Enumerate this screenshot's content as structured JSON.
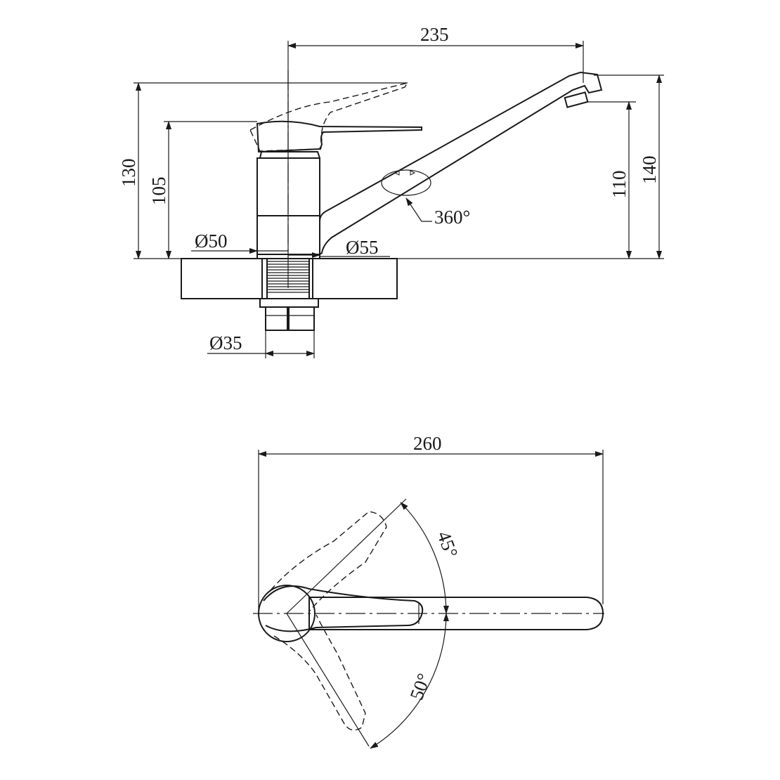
{
  "side_view": {
    "dims": {
      "spout_reach": "235",
      "handle_raised_height": "130",
      "handle_height": "105",
      "body_diameter": "Ø50",
      "hole_diameter": "Ø55",
      "swivel": "360°",
      "spout_outlet_height": "110",
      "spout_top_height": "140",
      "shank_diameter": "Ø35"
    }
  },
  "top_view": {
    "dims": {
      "total_length": "260",
      "angle_upper": "45°",
      "angle_lower": "50°"
    }
  }
}
